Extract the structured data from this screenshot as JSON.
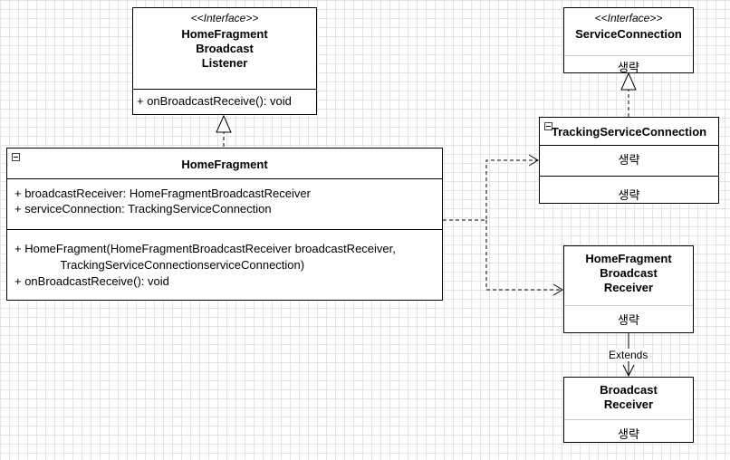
{
  "listener": {
    "stereotype": "<<Interface>>",
    "name_lines": [
      "HomeFragment",
      "Broadcast",
      "Listener"
    ],
    "methods": [
      "+ onBroadcastReceive(): void"
    ]
  },
  "service_connection": {
    "stereotype": "<<Interface>>",
    "name": "ServiceConnection",
    "body": "생략"
  },
  "tracking": {
    "name": "TrackingServiceConnection",
    "attributes": "생략",
    "methods": "생략"
  },
  "home_fragment": {
    "name": "HomeFragment",
    "attributes": [
      "+ broadcastReceiver: HomeFragmentBroadcastReceiver",
      "+ serviceConnection: TrackingServiceConnection"
    ],
    "methods": [
      "+ HomeFragment(HomeFragmentBroadcastReceiver broadcastReceiver,",
      "              TrackingServiceConnectionserviceConnection)",
      "+ onBroadcastReceive(): void"
    ]
  },
  "hf_receiver": {
    "name_lines": [
      "HomeFragment",
      "Broadcast",
      "Receiver"
    ],
    "body": "생략"
  },
  "broadcast_receiver": {
    "name_lines": [
      "Broadcast",
      "Receiver"
    ],
    "body": "생략"
  },
  "edges": {
    "extends_label": "Extends"
  }
}
